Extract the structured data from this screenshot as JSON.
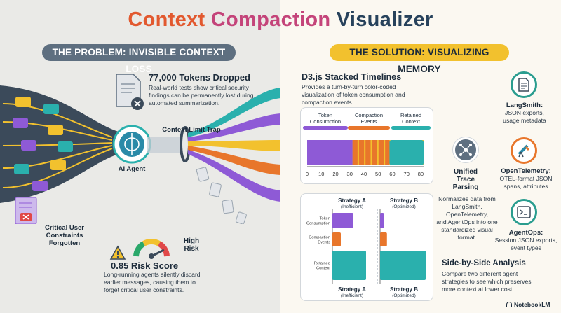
{
  "header": {
    "title_part1": "Context",
    "title_part2": "Compaction",
    "title_part3": "Visualizer"
  },
  "problem": {
    "pill": "THE PROBLEM: INVISIBLE CONTEXT LOSS",
    "tokens_heading": "77,000 Tokens Dropped",
    "tokens_text_1": "Real-world tests show critical security",
    "tokens_text_2": "findings can be permanently lost during",
    "tokens_text_3": "automated summarization.",
    "trap_label": "Context Limit Trap",
    "agent_label": "AI Agent",
    "forgotten_1": "Critical User",
    "forgotten_2": "Constraints",
    "forgotten_3": "Forgotten",
    "risk_label_1": "High",
    "risk_label_2": "Risk",
    "risk_value": 0.85,
    "risk_heading": "0.85 Risk Score",
    "risk_text_1": "Long-running agents silently discard",
    "risk_text_2": "earlier messages, causing them to",
    "risk_text_3": "forget critical user constraints."
  },
  "solution": {
    "pill": "THE SOLUTION: VISUALIZING MEMORY",
    "d3_heading": "D3.js Stacked Timelines",
    "d3_text_1": "Provides a turn-by-turn color-coded",
    "d3_text_2": "visualization of token consumption and",
    "d3_text_3": "compaction events.",
    "unified_1": "Unified",
    "unified_2": "Trace",
    "unified_3": "Parsing",
    "unified_text_1": "Normalizes data from",
    "unified_text_2": "LangSmith, OpenTelemetry,",
    "unified_text_3": "and AgentOps into one",
    "unified_text_4": "standardized visual",
    "unified_text_5": "format.",
    "sbs_heading": "Side-by-Side Analysis",
    "sbs_text_1": "Compare two different agent",
    "sbs_text_2": "strategies to see which preserves",
    "sbs_text_3": "more context at lower cost."
  },
  "integrations": [
    {
      "name": "LangSmith:",
      "line1": "JSON exports,",
      "line2": "usage metadata",
      "color": "#2a9d8f",
      "icon": "document-icon"
    },
    {
      "name": "OpenTelemetry:",
      "line1": "OTEL-format JSON",
      "line2": "spans, attributes",
      "color": "#e8762b",
      "icon": "telescope-icon"
    },
    {
      "name": "AgentOps:",
      "line1": "Session JSON exports,",
      "line2": "event types",
      "color": "#2a9d8f",
      "icon": "terminal-icon"
    }
  ],
  "timeline": {
    "legend": [
      {
        "label1": "Token",
        "label2": "Consumption",
        "color": "#8e5ad6"
      },
      {
        "label1": "Compaction",
        "label2": "Events",
        "color": "#e8762b"
      },
      {
        "label1": "Retained",
        "label2": "Context",
        "color": "#2ab0ad"
      }
    ],
    "ticks": [
      "0",
      "10",
      "20",
      "30",
      "40",
      "50",
      "60",
      "70",
      "80"
    ]
  },
  "chart_data": {
    "type": "bar",
    "series_timeline": {
      "x_ticks": [
        0,
        10,
        20,
        30,
        40,
        50,
        60,
        70,
        80
      ],
      "segments": [
        {
          "name": "Token Consumption",
          "start": 0,
          "end": 32,
          "color": "#8e5ad6"
        },
        {
          "name": "Compaction Events",
          "start": 32,
          "end": 58,
          "color": "#e8762b"
        },
        {
          "name": "Retained Context",
          "start": 58,
          "end": 82,
          "color": "#2ab0ad"
        }
      ]
    },
    "comparison": {
      "strategies": [
        {
          "title": "Strategy A",
          "subtitle": "(Inefficient)"
        },
        {
          "title": "Strategy B",
          "subtitle": "(Optimized)"
        }
      ],
      "categories": [
        "Token Consumption",
        "Compaction Events",
        "Retained Context"
      ],
      "strategy_a": [
        0.5,
        0.2,
        0.8
      ],
      "strategy_b": [
        0.08,
        0.14,
        0.93
      ],
      "colors": [
        "#8e5ad6",
        "#e8762b",
        "#2ab0ad"
      ]
    }
  },
  "footer": {
    "brand": "NotebookLM"
  }
}
